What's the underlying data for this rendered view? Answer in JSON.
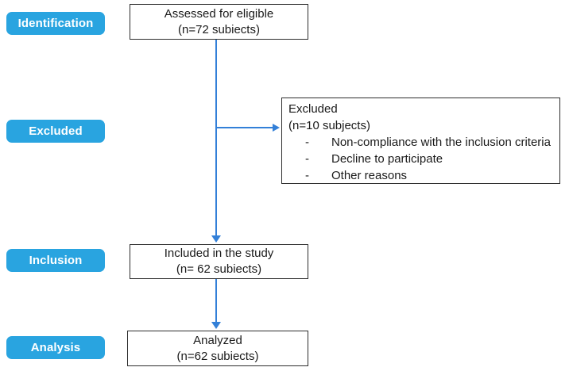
{
  "colors": {
    "stage_fill": "#29A4E0",
    "arrow": "#3380D8",
    "box_border": "#2d2d2d",
    "text": "#1a1a1a"
  },
  "stages": [
    {
      "label": "Identification"
    },
    {
      "label": "Excluded"
    },
    {
      "label": "Inclusion"
    },
    {
      "label": "Analysis"
    }
  ],
  "boxes": {
    "assessed": {
      "line1": "Assessed for eligible",
      "line2": "(n=72 subiects)"
    },
    "excluded": {
      "line1": "Excluded",
      "line2": "(n=10 subjects)",
      "bullet_marker": "-",
      "bullets": [
        "Non-compliance with the inclusion criteria",
        "Decline to participate",
        "Other reasons"
      ]
    },
    "included": {
      "line1": "Included in the study",
      "line2": "(n= 62 subiects)"
    },
    "analyzed": {
      "line1": "Analyzed",
      "line2": "(n=62 subiects)"
    }
  }
}
